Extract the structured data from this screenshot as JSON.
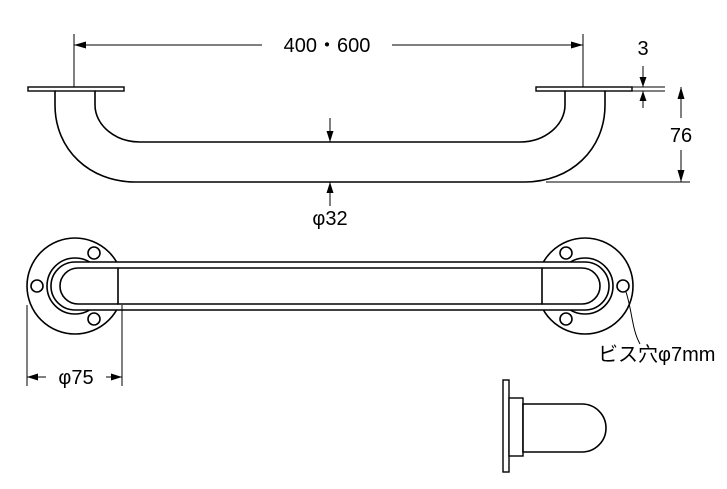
{
  "labels": {
    "length": "400・600",
    "plate_thickness": "3",
    "height": "76",
    "bar_diameter": "φ32",
    "flange_diameter": "φ75",
    "screw_hole": "ビス穴φ7mm"
  }
}
